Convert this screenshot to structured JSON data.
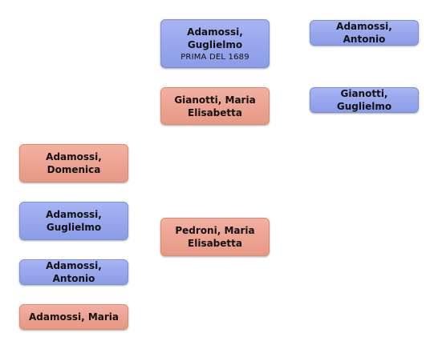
{
  "persons": {
    "father": {
      "name": "Adamossi, Guglielmo",
      "date": "PRIMA DEL 1689"
    },
    "paternal_grandfather": {
      "name": "Adamossi, Antonio"
    },
    "mother_of_father": {
      "name": "Gianotti, Maria Elisabetta"
    },
    "father_of_mother": {
      "name": "Gianotti, Guglielmo"
    },
    "mother": {
      "name": "Pedroni, Maria Elisabetta"
    },
    "children": [
      {
        "name": "Adamossi, Domenica"
      },
      {
        "name": "Adamossi, Guglielmo"
      },
      {
        "name": "Adamossi, Antonio"
      },
      {
        "name": "Adamossi, Maria"
      }
    ]
  },
  "colors": {
    "male": "#8b9ce7",
    "female": "#e69884"
  }
}
